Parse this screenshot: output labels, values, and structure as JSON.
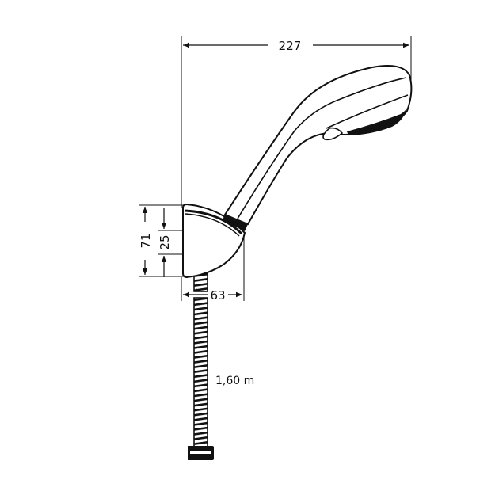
{
  "drawing": {
    "subject": "hand shower with wall bracket and hose",
    "dimensions": {
      "overall_length": "227",
      "bracket_height": "71",
      "bracket_inner": "25",
      "bracket_depth": "63"
    },
    "hose_length_label": "1,60 m",
    "colors": {
      "line": "#111111",
      "background": "#ffffff"
    }
  }
}
